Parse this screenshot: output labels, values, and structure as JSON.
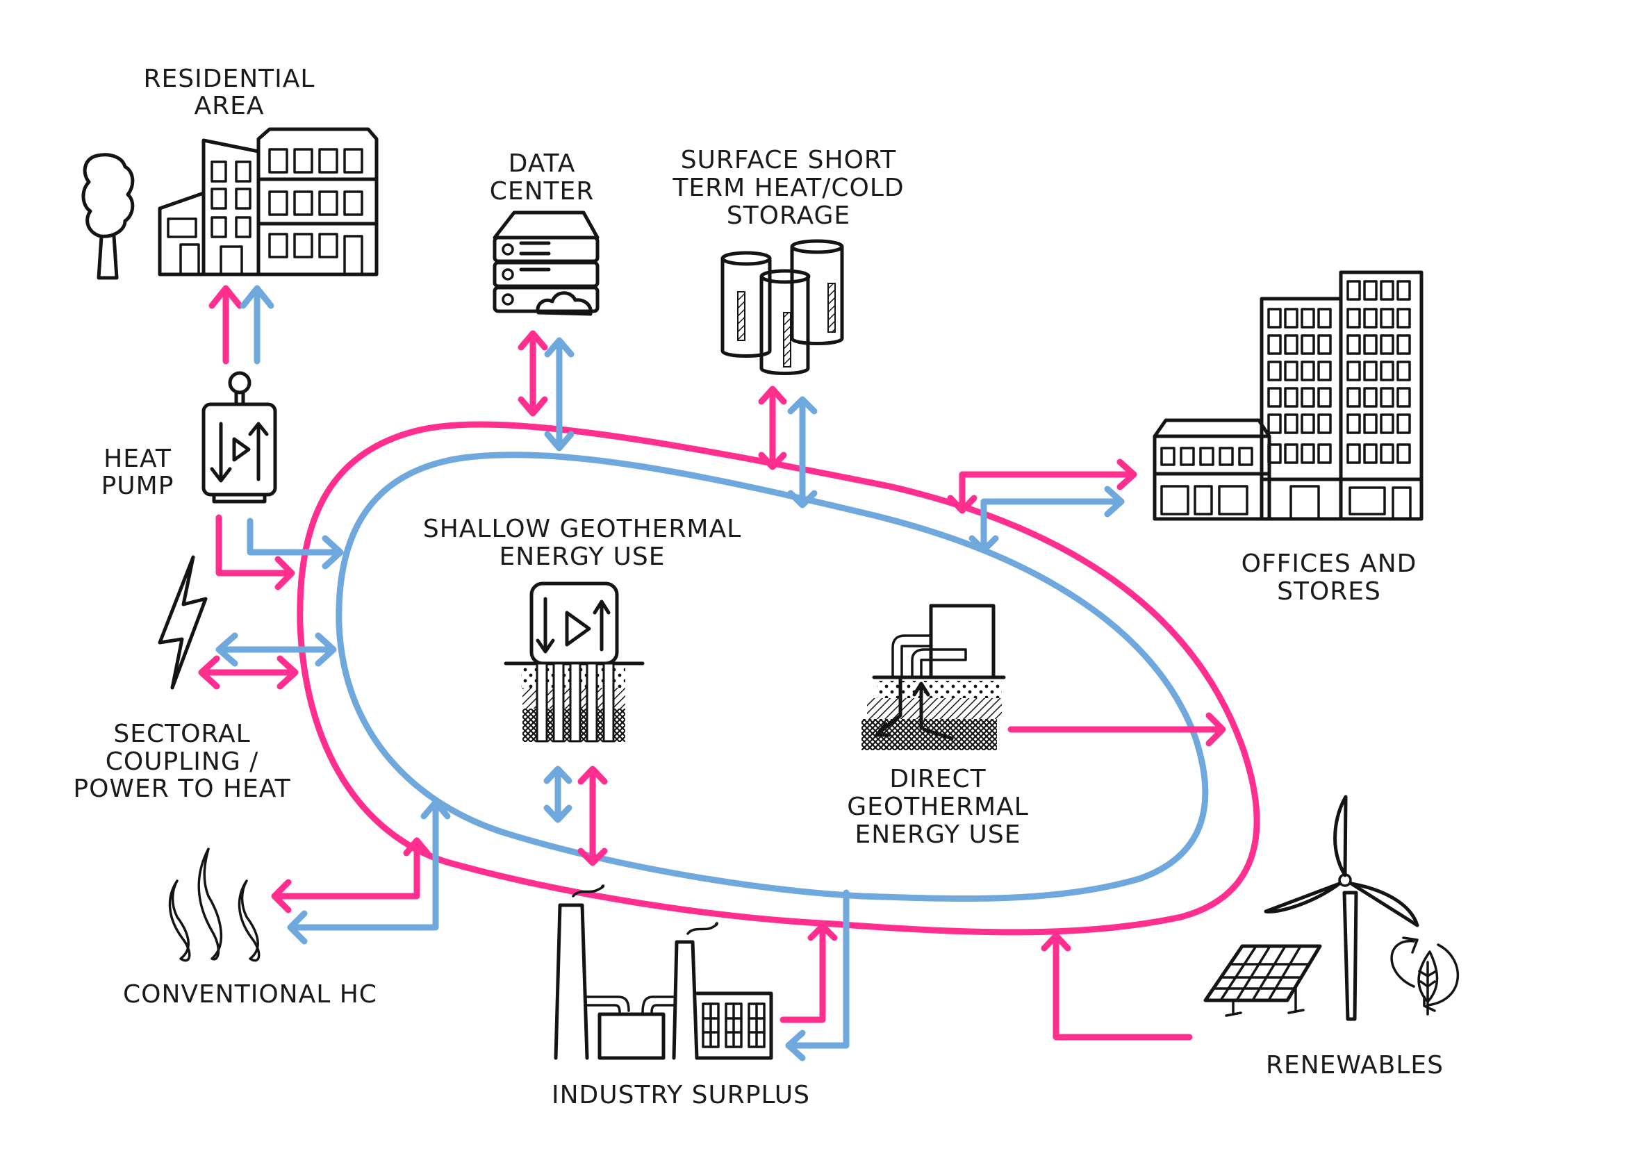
{
  "colors": {
    "hot_loop": "#ff2e8f",
    "cold_loop": "#6fa8dc",
    "ink": "#141414"
  },
  "labels": {
    "residential": [
      "RESIDENTIAL",
      "AREA"
    ],
    "data_center": [
      "DATA",
      "CENTER"
    ],
    "storage": [
      "SURFACE SHORT",
      "TERM HEAT/COLD",
      "STORAGE"
    ],
    "offices": [
      "OFFICES AND",
      "STORES"
    ],
    "heat_pump": [
      "HEAT",
      "PUMP"
    ],
    "sectoral": [
      "SECTORAL",
      "COUPLING /",
      "POWER TO HEAT"
    ],
    "shallow": [
      "SHALLOW GEOTHERMAL",
      "ENERGY USE"
    ],
    "direct": [
      "DIRECT",
      "GEOTHERMAL",
      "ENERGY USE"
    ],
    "conventional": [
      "CONVENTIONAL HC"
    ],
    "industry": [
      "INDUSTRY SURPLUS"
    ],
    "renewables": [
      "RENEWABLES"
    ]
  },
  "nodes": [
    {
      "id": "residential",
      "icon": "residential-buildings-icon",
      "flow": "receives hot and cold"
    },
    {
      "id": "heat_pump",
      "icon": "heat-pump-icon",
      "flow": "supplies hot and cold to loop"
    },
    {
      "id": "sectoral",
      "icon": "lightning-bolt-icon",
      "flow": "bidirectional hot and cold"
    },
    {
      "id": "conventional",
      "icon": "heat-waves-icon",
      "flow": "receives from loop"
    },
    {
      "id": "data_center",
      "icon": "server-cloud-icon",
      "flow": "bidirectional hot and cold"
    },
    {
      "id": "storage",
      "icon": "storage-tanks-icon",
      "flow": "bidirectional hot and cold"
    },
    {
      "id": "offices",
      "icon": "office-buildings-icon",
      "flow": "receives hot and cold"
    },
    {
      "id": "shallow",
      "icon": "borehole-heat-exchanger-icon",
      "flow": "bidirectional hot and cold"
    },
    {
      "id": "direct",
      "icon": "geothermal-well-icon",
      "flow": "supplies hot"
    },
    {
      "id": "industry",
      "icon": "factory-icon",
      "flow": "supplies hot, receives cold"
    },
    {
      "id": "renewables",
      "icon": "wind-solar-biomass-icon",
      "flow": "supplies hot"
    }
  ]
}
